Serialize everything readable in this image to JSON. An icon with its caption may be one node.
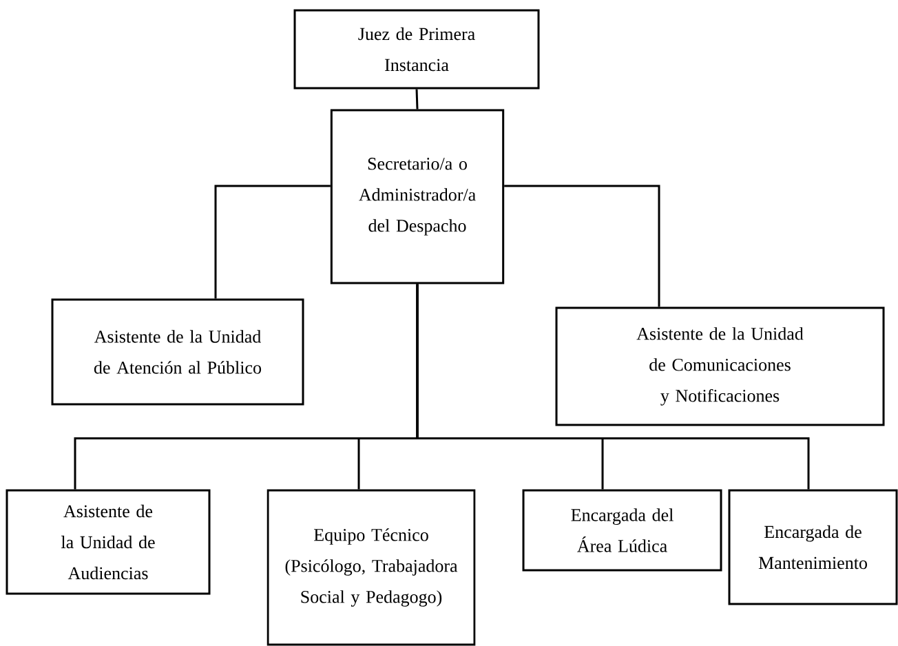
{
  "diagram": {
    "nodes": [
      {
        "text": [
          "Juez de Primera Instancia"
        ]
      },
      {
        "text": [
          "Secretario/a o Administrador/a del Despacho"
        ]
      },
      {
        "text": [
          "Asistente de la Unidad de Atención al Público"
        ]
      },
      {
        "text": [
          "Asistente de la Unidad de Comunicaciones y Notificaciones"
        ]
      },
      {
        "text": [
          "Asistente de la Unidad de Audiencias"
        ]
      },
      {
        "text": [
          "Equipo Técnico (Psicólogo, Trabajadora Social y Pedagogo)"
        ]
      },
      {
        "text": [
          "Encargada del Área Lúdica"
        ]
      },
      {
        "text": [
          "Encargada de Mantenimiento"
        ]
      }
    ],
    "edges": [
      {
        "from": 0,
        "to": 1,
        "arrow": "none"
      },
      {
        "from": 1,
        "to": 2,
        "arrow": "none"
      },
      {
        "from": 1,
        "to": 3,
        "arrow": "none"
      },
      {
        "from": 1,
        "to": 4,
        "arrow": "none"
      },
      {
        "from": 1,
        "to": 5,
        "arrow": "none"
      },
      {
        "from": 1,
        "to": 6,
        "arrow": "none"
      },
      {
        "from": 1,
        "to": 7,
        "arrow": "none"
      }
    ]
  }
}
